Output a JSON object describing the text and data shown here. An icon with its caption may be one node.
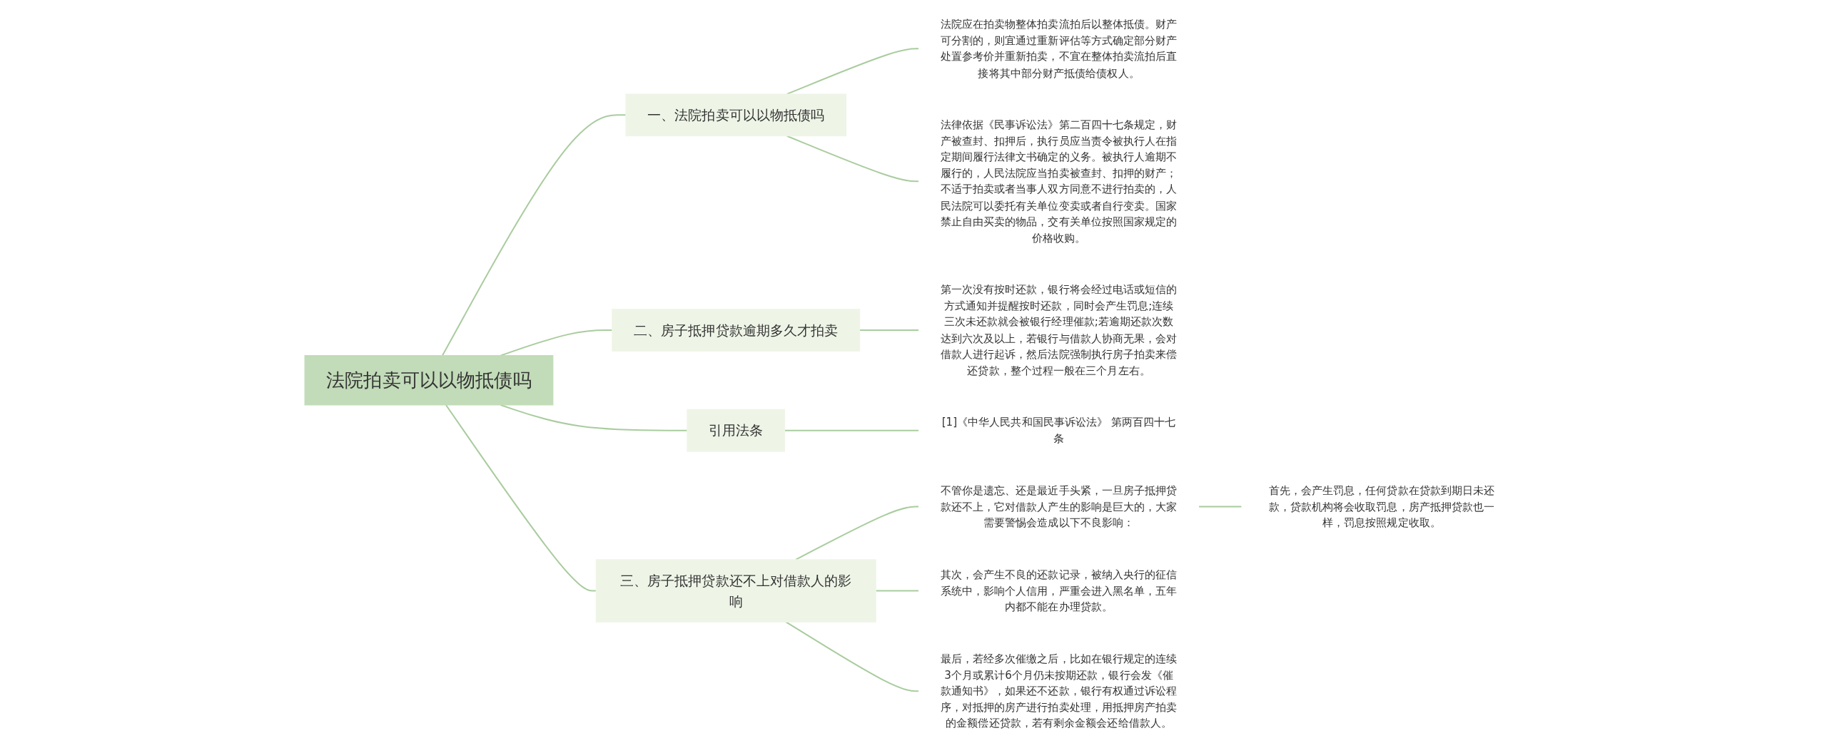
{
  "diagram": {
    "nodes": [
      {
        "text": [
          "法院拍卖可以以物抵债吗"
        ]
      },
      {
        "text": [
          "一、法院拍卖可以以物抵债吗"
        ]
      },
      {
        "text": [
          "法院应在拍卖物整体拍卖流拍后以整体抵债。财产可分割的，则宜通过重新评估等方式确定部分财产处置参考价并重新拍卖，不宜在整体拍卖流拍后直接将其中部分财产抵债给债权人。"
        ]
      },
      {
        "text": [
          "法律依据《民事诉讼法》第二百四十七条规定，财产被查封、扣押后，执行员应当责令被执行人在指定期间履行法律文书确定的义务。被执行人逾期不履行的，人民法院应当拍卖被查封、扣押的财产；不适于拍卖或者当事人双方同意不进行拍卖的，人民法院可以委托有关单位变卖或者自行变卖。国家禁止自由买卖的物品，交有关单位按照国家规定的价格收购。"
        ]
      },
      {
        "text": [
          "二、房子抵押贷款逾期多久才拍卖"
        ]
      },
      {
        "text": [
          "第一次没有按时还款，银行将会经过电话或短信的方式通知并提醒按时还款，同时会产生罚息;连续三次未还款就会被银行经理催款;若逾期还款次数达到六次及以上，若银行与借款人协商无果，会对借款人进行起诉，然后法院强制执行房子拍卖来偿还贷款，整个过程一般在三个月左右。"
        ]
      },
      {
        "text": [
          "引用法条"
        ]
      },
      {
        "text": [
          "[1]《中华人民共和国民事诉讼法》 第两百四十七条"
        ]
      },
      {
        "text": [
          "三、房子抵押贷款还不上对借款人的影响"
        ]
      },
      {
        "text": [
          "不管你是遗忘、还是最近手头紧，一旦房子抵押贷款还不上，它对借款人产生的影响是巨大的，大家需要警惕会造成以下不良影响："
        ]
      },
      {
        "text": [
          "首先，会产生罚息，任何贷款在贷款到期日未还款，贷款机构将会收取罚息，房产抵押贷款也一样，罚息按照规定收取。"
        ]
      },
      {
        "text": [
          "其次，会产生不良的还款记录，被纳入央行的征信系统中，影响个人信用，严重会进入黑名单，五年内都不能在办理贷款。"
        ]
      },
      {
        "text": [
          "最后，若经多次催缴之后，比如在银行规定的连续3个月或累计6个月仍未按期还款，银行会发《催款通知书》，如果还不还款，银行有权通过诉讼程序，对抵押的房产进行拍卖处理，用抵押房产拍卖的金额偿还贷款，若有剩余金额会还给借款人。"
        ]
      }
    ],
    "edges": [
      {
        "from": 0,
        "to": 1,
        "arrow": "none"
      },
      {
        "from": 1,
        "to": 2,
        "arrow": "none"
      },
      {
        "from": 1,
        "to": 3,
        "arrow": "none"
      },
      {
        "from": 0,
        "to": 4,
        "arrow": "none"
      },
      {
        "from": 4,
        "to": 5,
        "arrow": "none"
      },
      {
        "from": 0,
        "to": 6,
        "arrow": "none"
      },
      {
        "from": 6,
        "to": 7,
        "arrow": "none"
      },
      {
        "from": 0,
        "to": 8,
        "arrow": "none"
      },
      {
        "from": 8,
        "to": 9,
        "arrow": "none"
      },
      {
        "from": 9,
        "to": 10,
        "arrow": "none"
      },
      {
        "from": 8,
        "to": 11,
        "arrow": "none"
      },
      {
        "from": 8,
        "to": 12,
        "arrow": "none"
      }
    ]
  }
}
